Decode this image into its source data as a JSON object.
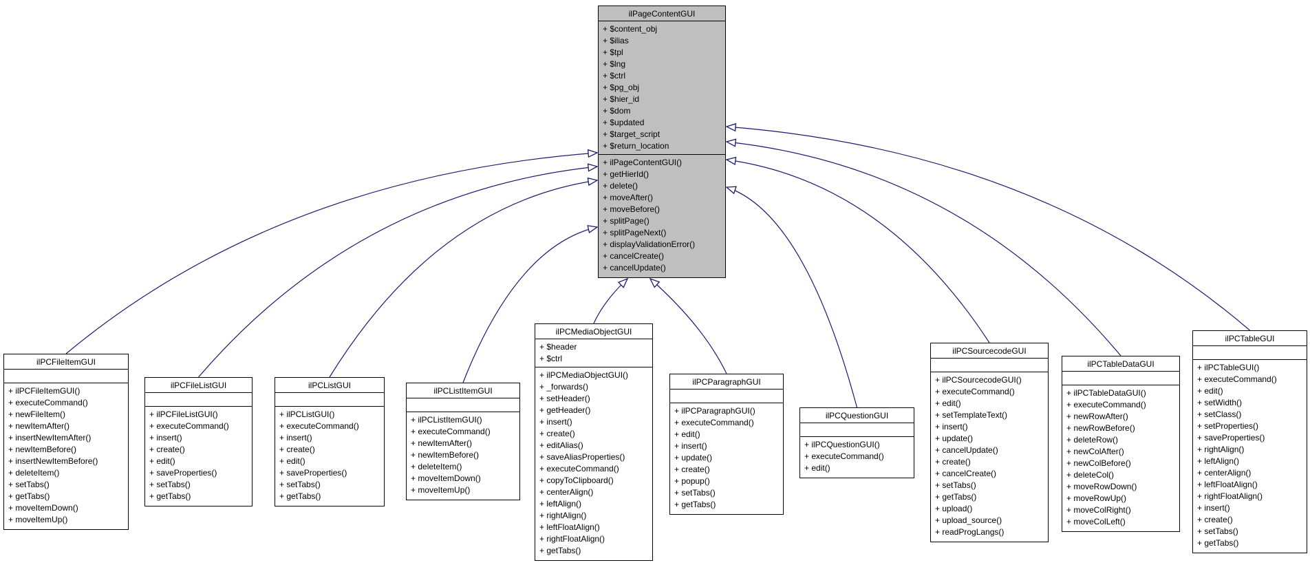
{
  "diagram": {
    "kind": "uml-class-inheritance-graph",
    "colors": {
      "edge": "#191970",
      "parent_fill": "#bfbfbf",
      "child_fill": "#ffffff",
      "border": "#000000",
      "background": "#ffffff",
      "text": "#000000"
    },
    "classes": [
      {
        "name": "ilPageContentGUI",
        "highlighted": true,
        "attributes": [
          "+ $content_obj",
          "+ $ilias",
          "+ $tpl",
          "+ $lng",
          "+ $ctrl",
          "+ $pg_obj",
          "+ $hier_id",
          "+ $dom",
          "+ $updated",
          "+ $target_script",
          "+ $return_location"
        ],
        "methods": [
          "+ ilPageContentGUI()",
          "+ getHierId()",
          "+ delete()",
          "+ moveAfter()",
          "+ moveBefore()",
          "+ splitPage()",
          "+ splitPageNext()",
          "+ displayValidationError()",
          "+ cancelCreate()",
          "+ cancelUpdate()"
        ]
      },
      {
        "name": "ilPCFileItemGUI",
        "highlighted": false,
        "attributes": [],
        "methods": [
          "+ ilPCFileItemGUI()",
          "+ executeCommand()",
          "+ newFileItem()",
          "+ newItemAfter()",
          "+ insertNewItemAfter()",
          "+ newItemBefore()",
          "+ insertNewItemBefore()",
          "+ deleteItem()",
          "+ setTabs()",
          "+ getTabs()",
          "+ moveItemDown()",
          "+ moveItemUp()"
        ]
      },
      {
        "name": "ilPCFileListGUI",
        "highlighted": false,
        "attributes": [],
        "methods": [
          "+ ilPCFileListGUI()",
          "+ executeCommand()",
          "+ insert()",
          "+ create()",
          "+ edit()",
          "+ saveProperties()",
          "+ setTabs()",
          "+ getTabs()"
        ]
      },
      {
        "name": "ilPCListGUI",
        "highlighted": false,
        "attributes": [],
        "methods": [
          "+ ilPCListGUI()",
          "+ executeCommand()",
          "+ insert()",
          "+ create()",
          "+ edit()",
          "+ saveProperties()",
          "+ setTabs()",
          "+ getTabs()"
        ]
      },
      {
        "name": "ilPCListItemGUI",
        "highlighted": false,
        "attributes": [],
        "methods": [
          "+ ilPCListItemGUI()",
          "+ executeCommand()",
          "+ newItemAfter()",
          "+ newItemBefore()",
          "+ deleteItem()",
          "+ moveItemDown()",
          "+ moveItemUp()"
        ]
      },
      {
        "name": "ilPCMediaObjectGUI",
        "highlighted": false,
        "attributes": [
          "+ $header",
          "+ $ctrl"
        ],
        "methods": [
          "+ ilPCMediaObjectGUI()",
          "+ _forwards()",
          "+ setHeader()",
          "+ getHeader()",
          "+ insert()",
          "+ create()",
          "+ editAlias()",
          "+ saveAliasProperties()",
          "+ executeCommand()",
          "+ copyToClipboard()",
          "+ centerAlign()",
          "+ leftAlign()",
          "+ rightAlign()",
          "+ leftFloatAlign()",
          "+ rightFloatAlign()",
          "+ getTabs()"
        ]
      },
      {
        "name": "ilPCParagraphGUI",
        "highlighted": false,
        "attributes": [],
        "methods": [
          "+ ilPCParagraphGUI()",
          "+ executeCommand()",
          "+ edit()",
          "+ insert()",
          "+ update()",
          "+ create()",
          "+ popup()",
          "+ setTabs()",
          "+ getTabs()"
        ]
      },
      {
        "name": "ilPCQuestionGUI",
        "highlighted": false,
        "attributes": [],
        "methods": [
          "+ ilPCQuestionGUI()",
          "+ executeCommand()",
          "+ edit()"
        ]
      },
      {
        "name": "ilPCSourcecodeGUI",
        "highlighted": false,
        "attributes": [],
        "methods": [
          "+ ilPCSourcecodeGUI()",
          "+ executeCommand()",
          "+ edit()",
          "+ setTemplateText()",
          "+ insert()",
          "+ update()",
          "+ cancelUpdate()",
          "+ create()",
          "+ cancelCreate()",
          "+ setTabs()",
          "+ getTabs()",
          "+ upload()",
          "+ upload_source()",
          "+ readProgLangs()"
        ]
      },
      {
        "name": "ilPCTableDataGUI",
        "highlighted": false,
        "attributes": [],
        "methods": [
          "+ ilPCTableDataGUI()",
          "+ executeCommand()",
          "+ newRowAfter()",
          "+ newRowBefore()",
          "+ deleteRow()",
          "+ newColAfter()",
          "+ newColBefore()",
          "+ deleteCol()",
          "+ moveRowDown()",
          "+ moveRowUp()",
          "+ moveColRight()",
          "+ moveColLeft()"
        ]
      },
      {
        "name": "ilPCTableGUI",
        "highlighted": false,
        "attributes": [],
        "methods": [
          "+ ilPCTableGUI()",
          "+ executeCommand()",
          "+ edit()",
          "+ setWidth()",
          "+ setClass()",
          "+ setProperties()",
          "+ saveProperties()",
          "+ rightAlign()",
          "+ leftAlign()",
          "+ centerAlign()",
          "+ leftFloatAlign()",
          "+ rightFloatAlign()",
          "+ insert()",
          "+ create()",
          "+ setTabs()",
          "+ getTabs()"
        ]
      }
    ],
    "edges": [
      {
        "from": "ilPCFileItemGUI",
        "to": "ilPageContentGUI"
      },
      {
        "from": "ilPCFileListGUI",
        "to": "ilPageContentGUI"
      },
      {
        "from": "ilPCListGUI",
        "to": "ilPageContentGUI"
      },
      {
        "from": "ilPCListItemGUI",
        "to": "ilPageContentGUI"
      },
      {
        "from": "ilPCMediaObjectGUI",
        "to": "ilPageContentGUI"
      },
      {
        "from": "ilPCParagraphGUI",
        "to": "ilPageContentGUI"
      },
      {
        "from": "ilPCQuestionGUI",
        "to": "ilPageContentGUI"
      },
      {
        "from": "ilPCSourcecodeGUI",
        "to": "ilPageContentGUI"
      },
      {
        "from": "ilPCTableDataGUI",
        "to": "ilPageContentGUI"
      },
      {
        "from": "ilPCTableGUI",
        "to": "ilPageContentGUI"
      }
    ]
  }
}
